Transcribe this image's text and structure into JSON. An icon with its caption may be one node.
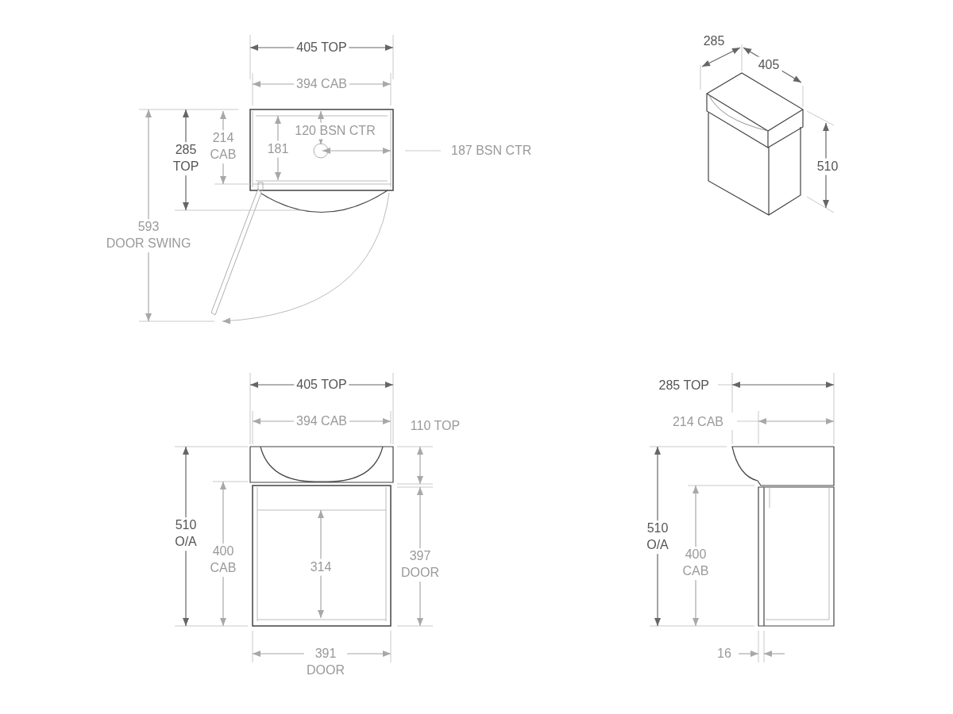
{
  "diagram": {
    "labels": [
      "405 TOP",
      "394 CAB",
      "285 TOP",
      "214 CAB",
      "120 BSN CTR",
      "181",
      "187 BSN CTR",
      "593 DOOR SWING",
      "285",
      "405",
      "510",
      "405 TOP",
      "394 CAB",
      "110 TOP",
      "510 O/A",
      "400 CAB",
      "314",
      "397 DOOR",
      "391 DOOR",
      "285 TOP",
      "214 CAB",
      "510 O/A",
      "400 CAB",
      "16"
    ]
  }
}
